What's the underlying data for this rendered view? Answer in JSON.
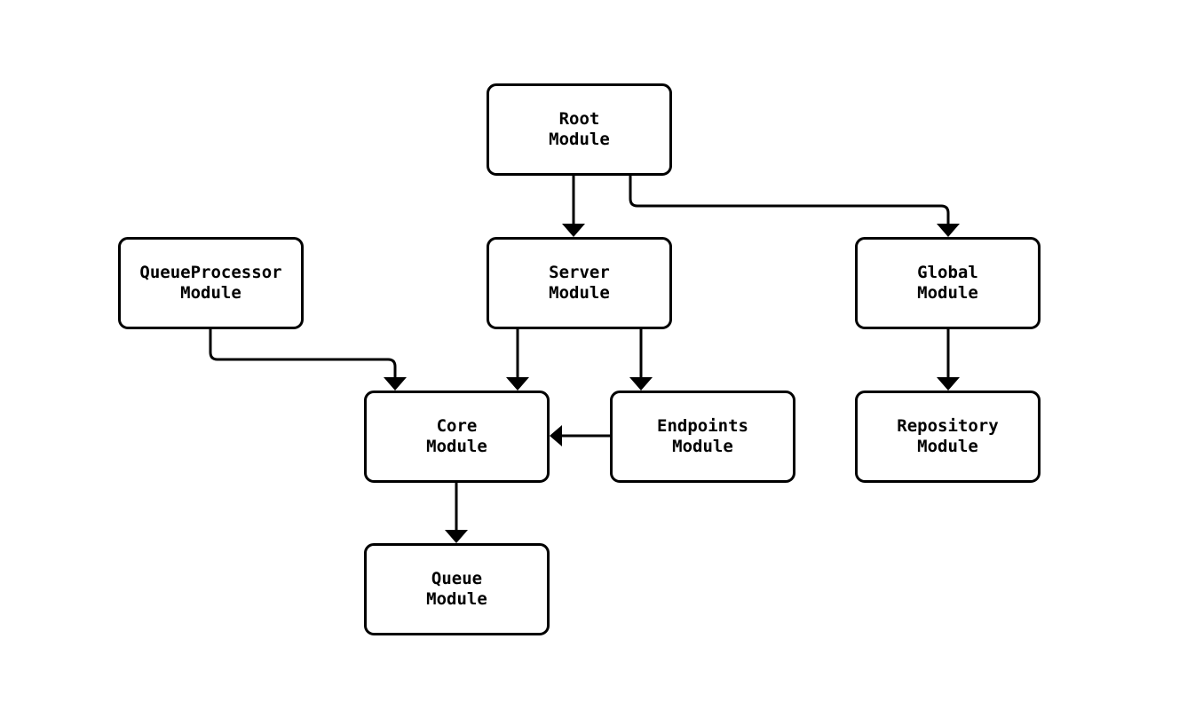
{
  "colors": {
    "background": "#ffffff",
    "node_fill": "#ffffff",
    "node_border": "#000000",
    "edge": "#000000",
    "text": "#000000"
  },
  "diagram": {
    "type": "flowchart",
    "direction": "top-down",
    "nodes": [
      {
        "id": "root",
        "line1": "Root",
        "line2": "Module"
      },
      {
        "id": "server",
        "line1": "Server",
        "line2": "Module"
      },
      {
        "id": "global",
        "line1": "Global",
        "line2": "Module"
      },
      {
        "id": "queueprocessor",
        "line1": "QueueProcessor",
        "line2": "Module"
      },
      {
        "id": "core",
        "line1": "Core",
        "line2": "Module"
      },
      {
        "id": "endpoints",
        "line1": "Endpoints",
        "line2": "Module"
      },
      {
        "id": "repository",
        "line1": "Repository",
        "line2": "Module"
      },
      {
        "id": "queue",
        "line1": "Queue",
        "line2": "Module"
      }
    ],
    "edges": [
      {
        "from": "root",
        "to": "server",
        "style": "arrow"
      },
      {
        "from": "root",
        "to": "global",
        "style": "arrow"
      },
      {
        "from": "queueprocessor",
        "to": "core",
        "style": "arrow"
      },
      {
        "from": "server",
        "to": "core",
        "style": "arrow"
      },
      {
        "from": "server",
        "to": "endpoints",
        "style": "arrow"
      },
      {
        "from": "endpoints",
        "to": "core",
        "style": "arrow"
      },
      {
        "from": "global",
        "to": "repository",
        "style": "arrow"
      },
      {
        "from": "core",
        "to": "queue",
        "style": "arrow"
      }
    ]
  }
}
